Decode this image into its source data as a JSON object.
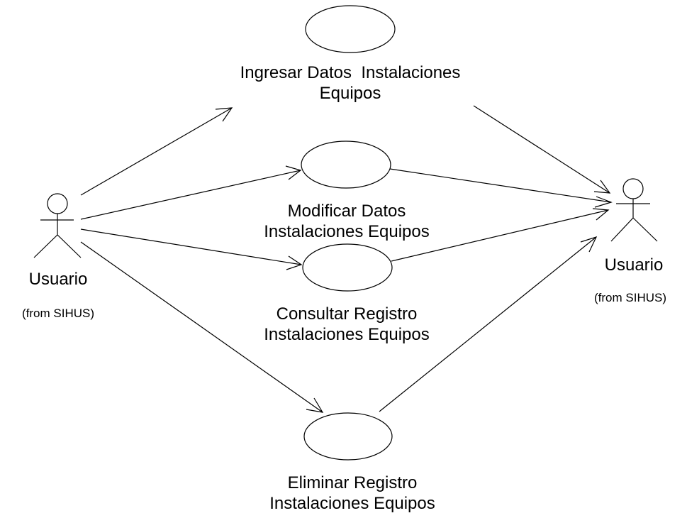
{
  "diagram": {
    "type": "uml-use-case",
    "actors": {
      "left": {
        "name": "Usuario",
        "origin": "(from SIHUS)"
      },
      "right": {
        "name": "Usuario",
        "origin": "(from SIHUS)"
      }
    },
    "use_cases": {
      "ingresar": {
        "lines": [
          "Ingresar Datos  Instalaciones",
          "Equipos"
        ]
      },
      "modificar": {
        "lines": [
          "Modificar Datos",
          "Instalaciones Equipos"
        ]
      },
      "consultar": {
        "lines": [
          "Consultar Registro",
          "Instalaciones Equipos"
        ]
      },
      "eliminar": {
        "lines": [
          "Eliminar Registro",
          "Instalaciones Equipos"
        ]
      }
    },
    "associations": [
      {
        "from": "left-actor",
        "to": "ingresar",
        "arrow": true
      },
      {
        "from": "left-actor",
        "to": "modificar",
        "arrow": true
      },
      {
        "from": "left-actor",
        "to": "consultar",
        "arrow": true
      },
      {
        "from": "left-actor",
        "to": "eliminar",
        "arrow": true
      },
      {
        "from": "ingresar",
        "to": "right-actor",
        "arrow": true
      },
      {
        "from": "modificar",
        "to": "right-actor",
        "arrow": true
      },
      {
        "from": "consultar",
        "to": "right-actor",
        "arrow": true
      },
      {
        "from": "eliminar",
        "to": "right-actor",
        "arrow": true
      }
    ],
    "colors": {
      "stroke": "#000000",
      "fill": "#ffffff",
      "background": "#ffffff"
    }
  }
}
